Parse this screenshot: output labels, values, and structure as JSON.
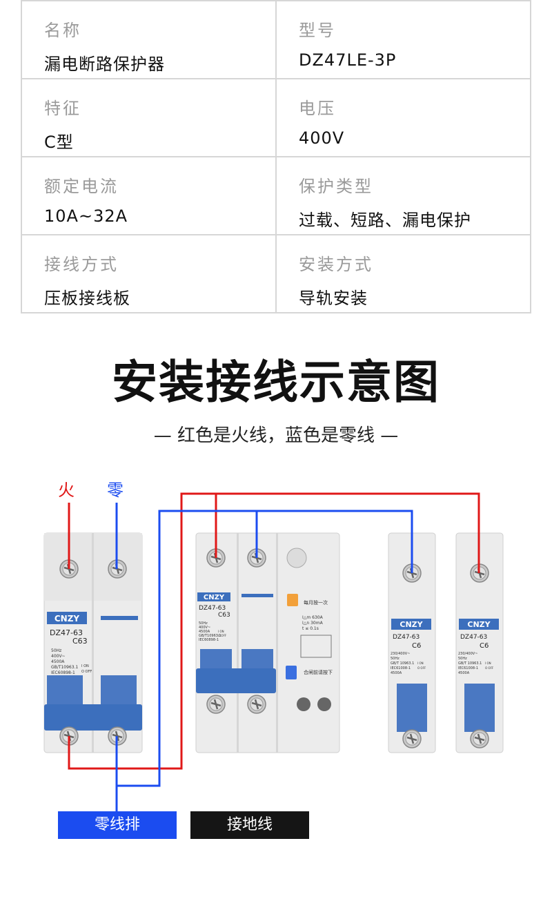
{
  "specs": [
    {
      "left": {
        "label": "名称",
        "value": "漏电断路保护器"
      },
      "right": {
        "label": "型号",
        "value": "DZ47LE-3P"
      }
    },
    {
      "left": {
        "label": "特征",
        "value": "C型"
      },
      "right": {
        "label": "电压",
        "value": "400V"
      }
    },
    {
      "left": {
        "label": "额定电流",
        "value": "10A~32A"
      },
      "right": {
        "label": "保护类型",
        "value": "过载、短路、漏电保护"
      }
    },
    {
      "left": {
        "label": "接线方式",
        "value": "压板接线板"
      },
      "right": {
        "label": "安装方式",
        "value": "导轨安装"
      }
    }
  ],
  "diagram": {
    "title": "安装接线示意图",
    "subtitle": "— 红色是火线，蓝色是零线 —",
    "live_label": "火",
    "neutral_label": "零",
    "neutral_bar_label": "零线排",
    "ground_label": "接地线",
    "colors": {
      "live": "#e01818",
      "neutral": "#1b4cf0",
      "breaker_body": "#f0f0f0",
      "handle": "#3c6fbd"
    },
    "breaker_2p": {
      "brand": "CNZY",
      "model": "DZ47-63",
      "curve": "C63",
      "spec1": "50Hz",
      "spec2": "400V~",
      "spec3": "4500A",
      "std1": "GB/T10963.1",
      "std2": "IEC60898-1",
      "on": "I ON",
      "off": "O OFF"
    },
    "breaker_rcd": {
      "brand": "CNZY",
      "model": "DZ47-63",
      "curve": "C63",
      "spec1": "50Hz",
      "spec2": "400V~",
      "spec3": "4500A",
      "std1": "GB/T10963.1",
      "std2": "IEC60898-1",
      "on": "I ON",
      "off": "O OFF",
      "test_note": "每月按一次",
      "rcd_spec1": "I△m 630A",
      "rcd_spec2": "I△n 30mA",
      "rcd_spec3": "t ≤ 0.1s",
      "reset_note": "合闸前请按下"
    },
    "breaker_1p_a": {
      "brand": "CNZY",
      "model": "DZ47-63",
      "curve": "C6",
      "spec1": "230/400V~",
      "spec2": "50Hz",
      "std1": "GB/T 10963.1",
      "std2": "IEC61008-1",
      "spec3": "4500A",
      "on": "I ON",
      "off": "O OFF"
    },
    "breaker_1p_b": {
      "brand": "CNZY",
      "model": "DZ47-63",
      "curve": "C6",
      "spec1": "230/400V~",
      "spec2": "50Hz",
      "std1": "GB/T 10963.1",
      "std2": "IEC61008-1",
      "spec3": "4500A",
      "on": "I ON",
      "off": "O OFF"
    }
  }
}
